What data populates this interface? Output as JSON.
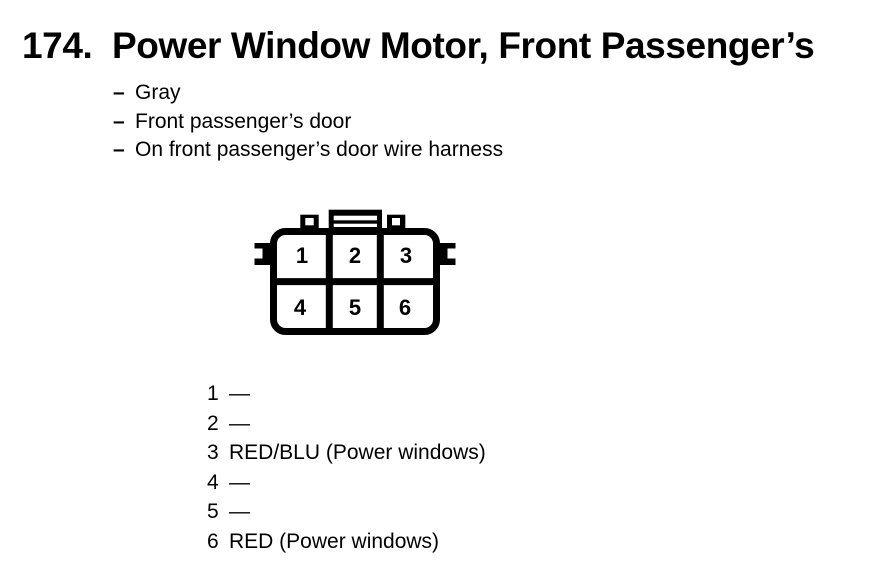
{
  "page": {
    "background": "#ffffff",
    "text_color": "#000000"
  },
  "header": {
    "item_number": "174.",
    "title": "Power Window Motor, Front Passenger’s"
  },
  "details": {
    "bullet": "–",
    "items": [
      "Gray",
      "Front passenger’s door",
      "On front passenger’s door wire harness"
    ]
  },
  "connector": {
    "cells": [
      "1",
      "2",
      "3",
      "4",
      "5",
      "6"
    ]
  },
  "pinout": {
    "rows": [
      {
        "pin": "1",
        "wire": "—"
      },
      {
        "pin": "2",
        "wire": "—"
      },
      {
        "pin": "3",
        "wire": "RED/BLU (Power windows)"
      },
      {
        "pin": "4",
        "wire": "—"
      },
      {
        "pin": "5",
        "wire": "—"
      },
      {
        "pin": "6",
        "wire": "RED (Power windows)"
      }
    ]
  }
}
